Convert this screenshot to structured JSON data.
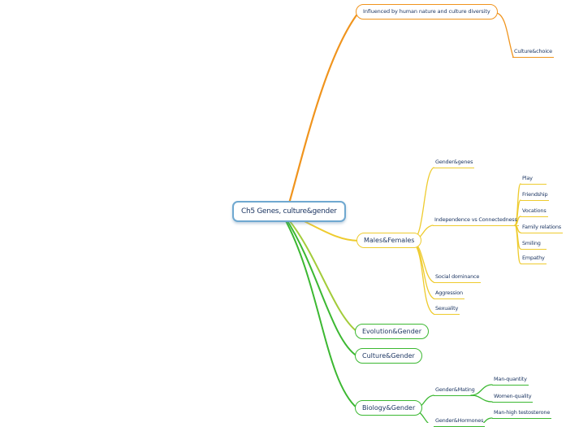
{
  "colors": {
    "root_border": "#6fa8d0",
    "orange": "#f0941d",
    "yellow": "#eecb2e",
    "green": "#3cb832",
    "yellowgreen": "#a3cc3a",
    "text": "#1f3864"
  },
  "map": {
    "root": "Ch5 Genes, culture&gender",
    "influenced": {
      "label": "Influenced by human nature and culture diversity",
      "culture_choice": "Culture&choice"
    },
    "males_females": {
      "label": "Males&Females",
      "gender_genes": "Gender&genes",
      "independence": {
        "label": "Independence vs Connectedness",
        "play": "Play",
        "friendship": "Friendship",
        "vocations": "Vocations",
        "family_relations": "Family relations",
        "smiling": "Smiling",
        "empathy": "Empathy"
      },
      "social_dominance": "Social dominance",
      "aggression": "Aggression",
      "sexuality": "Sexuality"
    },
    "evolution_gender": "Evolution&Gender",
    "culture_gender": "Culture&Gender",
    "biology_gender": {
      "label": "Biology&Gender",
      "gender_mating": {
        "label": "Gender&Mating",
        "man_quantity": "Man-quantity",
        "women_quality": "Women-quality"
      },
      "gender_hormones": {
        "label": "Gender&Hormones",
        "man_high_testosterone": "Man-high testosterone"
      }
    }
  }
}
